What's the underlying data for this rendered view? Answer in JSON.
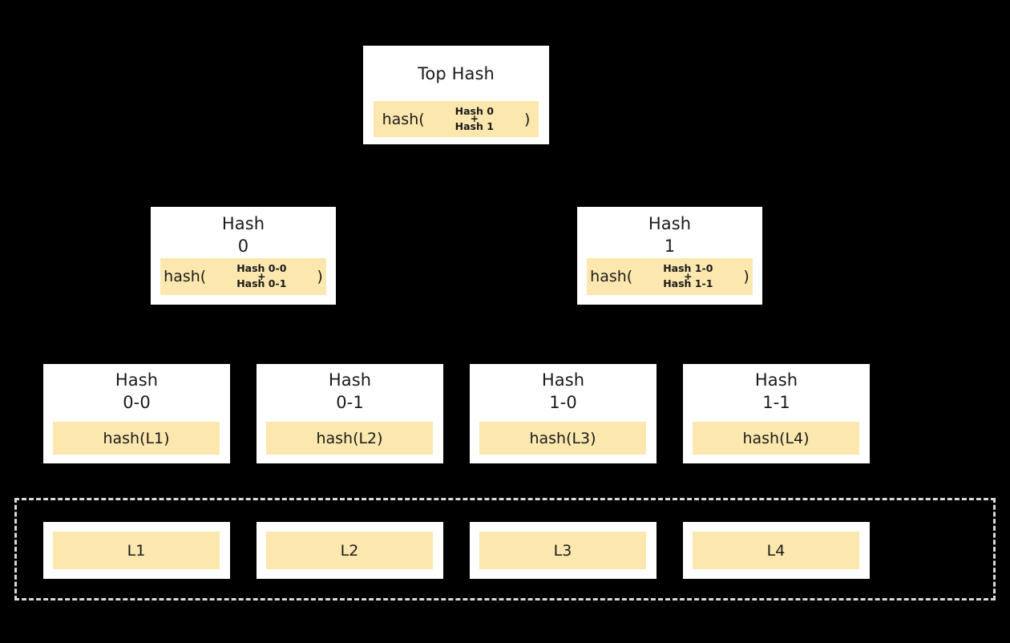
{
  "diagram": {
    "kind": "merkle-tree",
    "background_color": "#000000",
    "node_fill": "#ffffff",
    "band_fill": "#fce8ae",
    "text_color": "#1a1a1a",
    "group_border_color": "#d9d9d9"
  },
  "root": {
    "title": "Top Hash",
    "expr": {
      "fn": "hash(",
      "arg_top": "Hash 0",
      "plus": "+",
      "arg_bottom": "Hash 1",
      "close": ")"
    }
  },
  "level_1": [
    {
      "title": "Hash\n0",
      "expr": {
        "fn": "hash(",
        "arg_top": "Hash 0-0",
        "plus": "+",
        "arg_bottom": "Hash 0-1",
        "close": ")"
      }
    },
    {
      "title": "Hash\n1",
      "expr": {
        "fn": "hash(",
        "arg_top": "Hash 1-0",
        "plus": "+",
        "arg_bottom": "Hash 1-1",
        "close": ")"
      }
    }
  ],
  "level_2": [
    {
      "title": "Hash\n0-0",
      "band": "hash(L1)"
    },
    {
      "title": "Hash\n0-1",
      "band": "hash(L2)"
    },
    {
      "title": "Hash\n1-0",
      "band": "hash(L3)"
    },
    {
      "title": "Hash\n1-1",
      "band": "hash(L4)"
    }
  ],
  "data_blocks": [
    {
      "label": "L1"
    },
    {
      "label": "L2"
    },
    {
      "label": "L3"
    },
    {
      "label": "L4"
    }
  ]
}
